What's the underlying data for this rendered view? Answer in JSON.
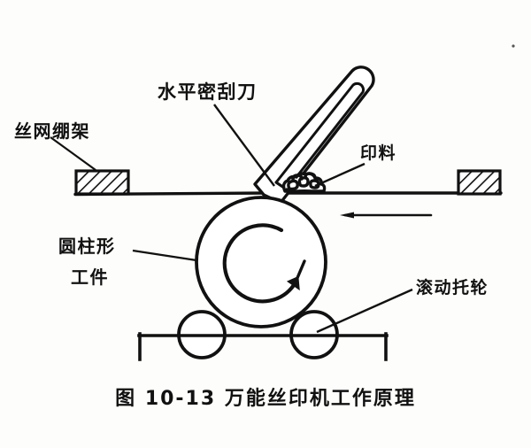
{
  "figure": {
    "caption": "图 10-13    万能丝印机工作原理",
    "caption_number": "10-13",
    "caption_title": "万能丝印机工作原理",
    "background_color": "#fdfdfb",
    "ink_color": "#111111"
  },
  "labels": {
    "screen_frame": "丝网绷架",
    "squeegee": "水平密刮刀",
    "ink": "印料",
    "workpiece_line1": "圆柱形",
    "workpiece_line2": "工件",
    "roller": "滚动托轮"
  },
  "parts": {
    "screen_mesh": "screen-mesh-line",
    "frame_block_left": "hatched-frame-block-left",
    "frame_block_right": "hatched-frame-block-right",
    "squeegee_blade": "tilted-squeegee-blade",
    "ink_blob": "ink-paste-blob",
    "cylinder": "cylindrical-workpiece-circle",
    "rotation_arrow": "rotation-direction-arrow",
    "roller_left": "support-roller-left",
    "roller_right": "support-roller-right",
    "support_bracket": "roller-support-bracket",
    "travel_arrow": "screen-travel-direction-arrow"
  },
  "annotations": {
    "rotation_direction": "counterclockwise",
    "screen_travel_direction": "leftward"
  }
}
